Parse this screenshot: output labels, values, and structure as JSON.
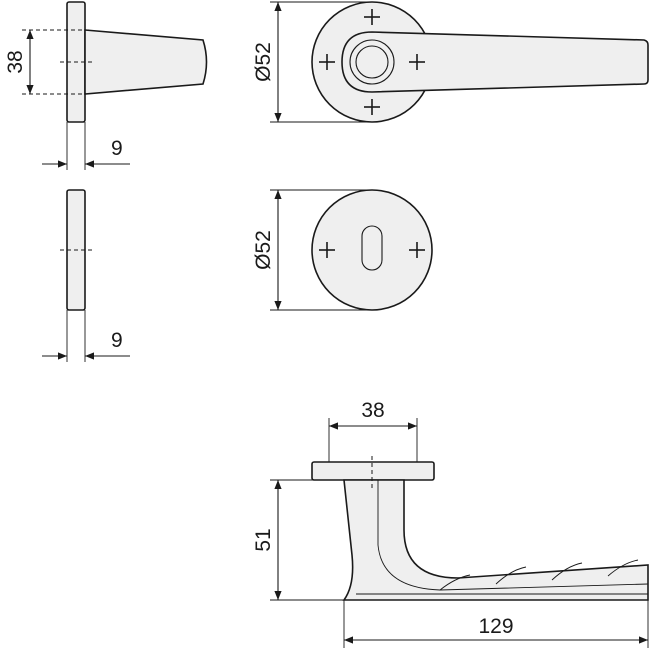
{
  "dimensions": {
    "rose_height": "38",
    "rose_thickness": "9",
    "rose_diameter": "Ø52",
    "escutcheon_diameter": "Ø52",
    "escutcheon_thickness": "9",
    "neck_width": "38",
    "handle_height": "51",
    "handle_length": "129"
  }
}
